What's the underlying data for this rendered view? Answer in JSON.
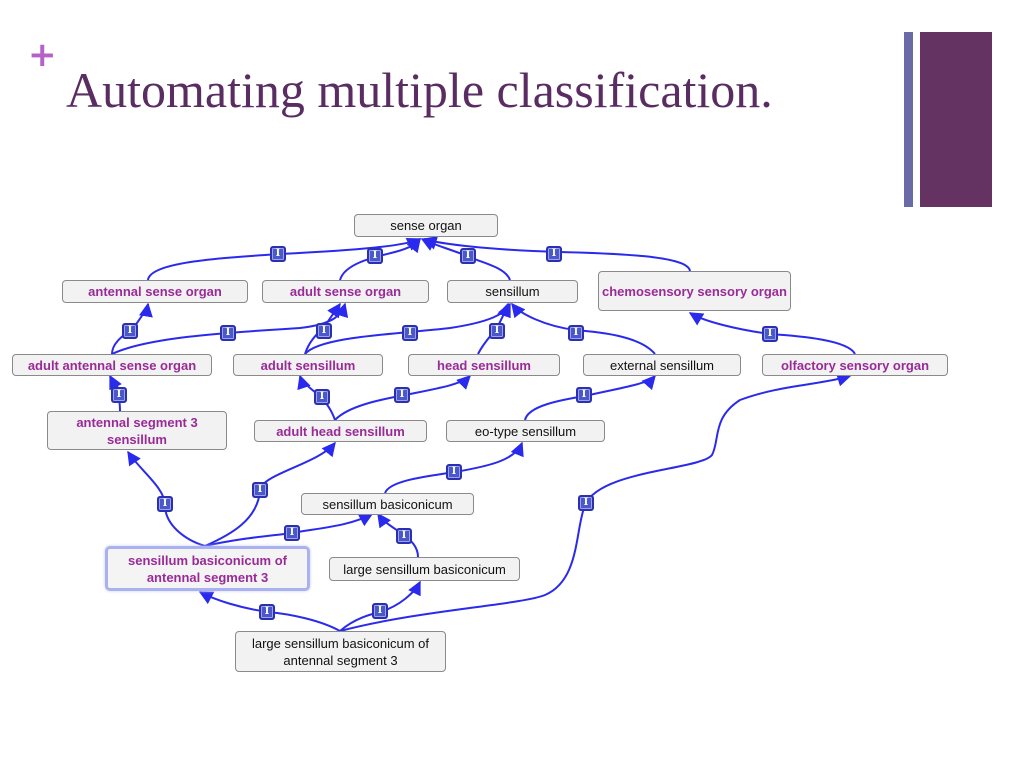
{
  "slide": {
    "plus_glyph": "+",
    "title": "Automating multiple classification."
  },
  "diagram": {
    "edge_label": "I",
    "edge_color": "#2a2aee",
    "highlight_color": "#9a2a98",
    "nodes": {
      "sense_organ": "sense organ",
      "antennal_sense_organ": "antennal sense organ",
      "adult_sense_organ": "adult sense organ",
      "sensillum": "sensillum",
      "chemosensory_sensory_organ": "chemosensory sensory organ",
      "adult_antennal_sense_organ": "adult antennal sense organ",
      "adult_sensillum": "adult sensillum",
      "head_sensillum": "head sensillum",
      "external_sensillum": "external sensillum",
      "olfactory_sensory_organ": "olfactory sensory organ",
      "antennal_segment_3_sensillum": "antennal segment 3 sensillum",
      "adult_head_sensillum": "adult head sensillum",
      "eo_type_sensillum": "eo-type sensillum",
      "sensillum_basiconicum": "sensillum basiconicum",
      "sensillum_basiconicum_of_antennal_segment_3": "sensillum basiconicum of antennal segment 3",
      "large_sensillum_basiconicum": "large sensillum basiconicum",
      "large_sensillum_basiconicum_of_antennal_segment_3": "large sensillum basiconicum of antennal segment 3"
    }
  }
}
